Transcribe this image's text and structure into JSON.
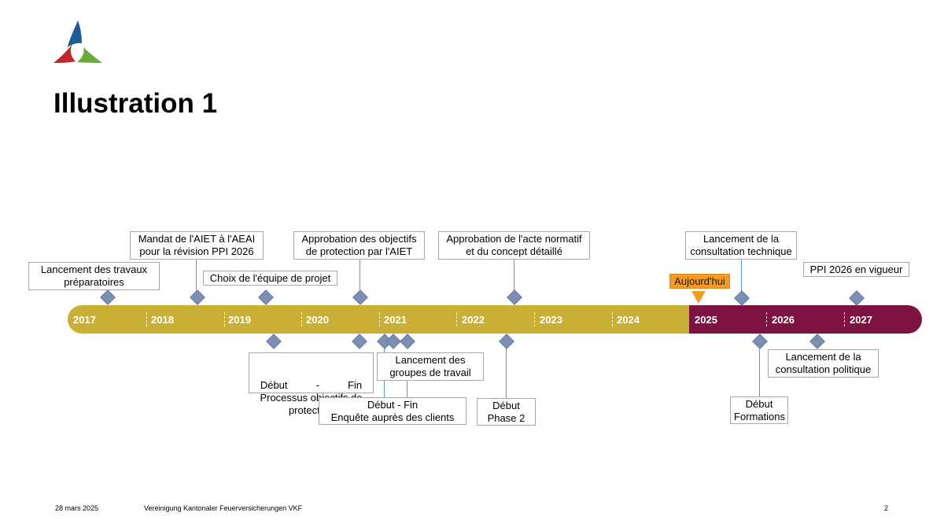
{
  "page": {
    "title": "Illustration 1"
  },
  "logo": {
    "name": "VKF logo",
    "colors": [
      "#1f5a99",
      "#c0272d",
      "#6aaa3a"
    ]
  },
  "timeline": {
    "years": [
      "2017",
      "2018",
      "2019",
      "2020",
      "2021",
      "2022",
      "2023",
      "2024",
      "2025",
      "2026",
      "2027"
    ],
    "past_color": "#c9b035",
    "future_color": "#7d1340",
    "today_label": "Aujourd'hui",
    "today_color": "#f39c25",
    "milestones_above": [
      {
        "lines": [
          "Lancement des travaux",
          "préparatoires"
        ]
      },
      {
        "lines": [
          "Mandat de l'AIET à l'AEAI",
          "pour la révision PPI 2026"
        ]
      },
      {
        "lines": [
          "Choix de l'équipe de projet"
        ]
      },
      {
        "lines": [
          "Approbation des objectifs",
          "de protection par l'AIET"
        ]
      },
      {
        "lines": [
          "Approbation de l'acte normatif",
          "et du concept détaillé"
        ]
      },
      {
        "lines": [
          "Lancement de la",
          "consultation technique"
        ]
      },
      {
        "lines": [
          "PPI 2026 en vigueur"
        ]
      }
    ],
    "milestones_below": [
      {
        "lines": [
          "Début          -          Fin",
          "Processus objectifs de",
          "protection"
        ]
      },
      {
        "lines": [
          "Lancement des",
          "groupes de travail"
        ]
      },
      {
        "lines": [
          "Début - Fin",
          "Enquête auprès des clients"
        ]
      },
      {
        "lines": [
          "Début",
          "Phase 2"
        ]
      },
      {
        "lines": [
          "Début",
          "Formations"
        ]
      },
      {
        "lines": [
          "Lancement de la",
          "consultation politique"
        ]
      }
    ]
  },
  "footer": {
    "date": "28 mars 2025",
    "organization": "Vereinigung Kantonaler Feuerversicherungen VKF",
    "page_number": "2"
  }
}
